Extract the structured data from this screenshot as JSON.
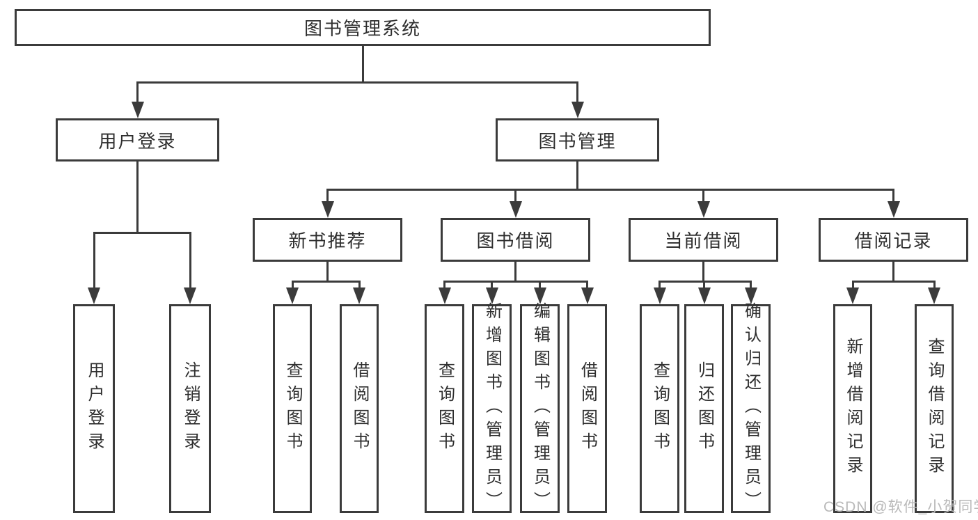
{
  "colors": {
    "bg": "#ffffff",
    "line": "#3b3b3b",
    "text": "#2e2e2e",
    "watermark": "#b9b9b9"
  },
  "watermark": "CSDN @软件_小贺同学",
  "tree": {
    "root": {
      "label": "图书管理系统"
    },
    "login": {
      "label": "用户登录",
      "children": [
        {
          "label": "用户登录"
        },
        {
          "label": "注销登录"
        }
      ]
    },
    "management": {
      "label": "图书管理",
      "sections": [
        {
          "label": "新书推荐",
          "children": [
            {
              "label": "查询图书"
            },
            {
              "label": "借阅图书"
            }
          ]
        },
        {
          "label": "图书借阅",
          "children": [
            {
              "label": "查询图书"
            },
            {
              "label": "新增图书（管理员）"
            },
            {
              "label": "编辑图书（管理员）"
            },
            {
              "label": "借阅图书"
            }
          ]
        },
        {
          "label": "当前借阅",
          "children": [
            {
              "label": "查询图书"
            },
            {
              "label": "归还图书"
            },
            {
              "label": "确认归还（管理员）"
            }
          ]
        },
        {
          "label": "借阅记录",
          "children": [
            {
              "label": "新增借阅记录"
            },
            {
              "label": "查询借阅记录"
            }
          ]
        }
      ]
    }
  }
}
